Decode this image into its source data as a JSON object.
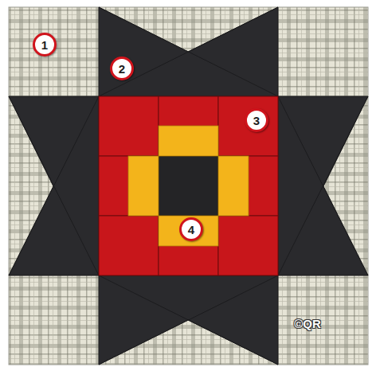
{
  "diagram": {
    "labels": [
      "1",
      "2",
      "3",
      "4",
      "©QR"
    ]
  }
}
